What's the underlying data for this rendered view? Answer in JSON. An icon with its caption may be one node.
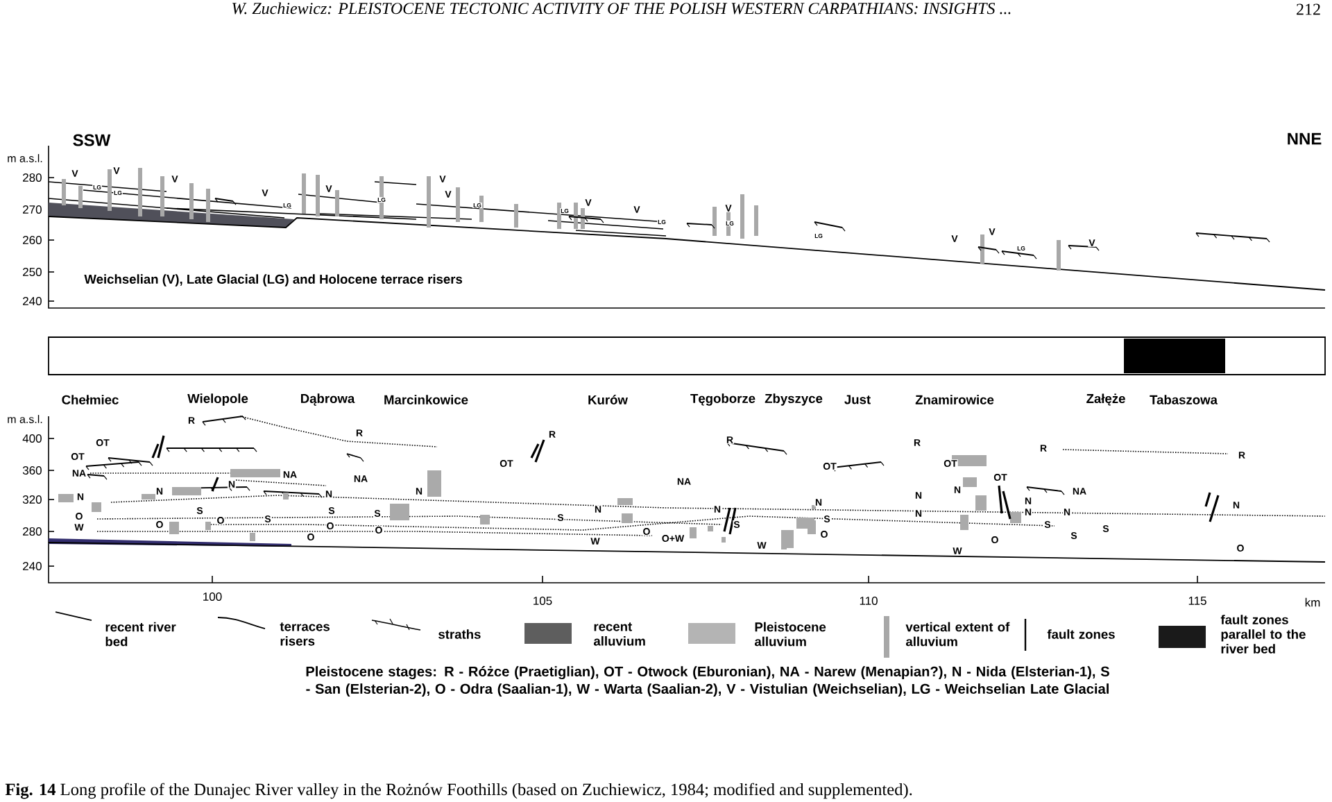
{
  "diagram": {
    "caption": "**Fig. 14** Long profile of the Dunajec River valley in the Rożnów Foothills (based on Zuchiewicz, 1984; modified and supplemented).",
    "labels": [
      "W. Zuchiewicz: PLEISTOCENE TECTONIC ACTIVITY OF THE POLISH WESTERN CARPATHIANS: INSIGHTS ...",
      "212",
      "SSW",
      "NNE",
      "m a.s.l.",
      "280",
      "270",
      "260",
      "250",
      "240",
      "V",
      "V",
      "LG",
      "LG",
      "V",
      "V",
      "V",
      "LG",
      "LG",
      "V",
      "V",
      "LG",
      "LG",
      "V",
      "V",
      "LG",
      "V",
      "LG",
      "LG",
      "V",
      "V",
      "LG",
      "V",
      "Weichselian (V), Late Glacial (LG) and Holocene terrace risers",
      "Chełmiec",
      "Wielopole",
      "Dąbrowa",
      "Marcinkowice",
      "Kurów",
      "Tęgoborze",
      "Zbyszyce",
      "Just",
      "Znamirowice",
      "Załęże",
      "Tabaszowa",
      "m a.s.l.",
      "400",
      "360",
      "320",
      "280",
      "240",
      "R",
      "OT",
      "OT",
      "NA",
      "N",
      "O",
      "W",
      "NA",
      "R",
      "NA",
      "N",
      "N",
      "N",
      "N",
      "O",
      "S",
      "O",
      "S",
      "S",
      "O",
      "O",
      "S",
      "O",
      "OT",
      "R",
      "S",
      "N",
      "O",
      "W",
      "O+W",
      "NA",
      "R",
      "N",
      "S",
      "W",
      "N",
      "S",
      "O",
      "OT",
      "R",
      "N",
      "N",
      "W",
      "O",
      "OT",
      "OT",
      "N",
      "N",
      "N",
      "NA",
      "R",
      "N",
      "S",
      "S",
      "S",
      "R",
      "N",
      "O",
      "100",
      "105",
      "110",
      "115",
      "km",
      "Pleistocene stages: R - Różce (Praetiglian), OT - Otwock (Eburonian), NA - Narew (Menapian?), N - Nida (Elsterian-1), S - San (Elsterian-2), O - Odra (Saalian-1), W - Warta (Saalian-2), V - Vistulian (Weichselian), LG - Weichselian Late Glacial"
    ],
    "legend": [
      {
        "text": "recent river bed"
      },
      {
        "text": "terraces risers"
      },
      {
        "text": "straths"
      },
      {
        "text": "recent alluvium",
        "color": "#5e5e5e"
      },
      {
        "text": "Pleistocene alluvium",
        "color": "#b4b4b4"
      },
      {
        "text": "vertical extent of alluvium",
        "color": "#a8a8a8"
      },
      {
        "text": "fault zones"
      },
      {
        "text": "fault zones parallel to the river bed",
        "color": "#1a1a1a"
      }
    ]
  }
}
